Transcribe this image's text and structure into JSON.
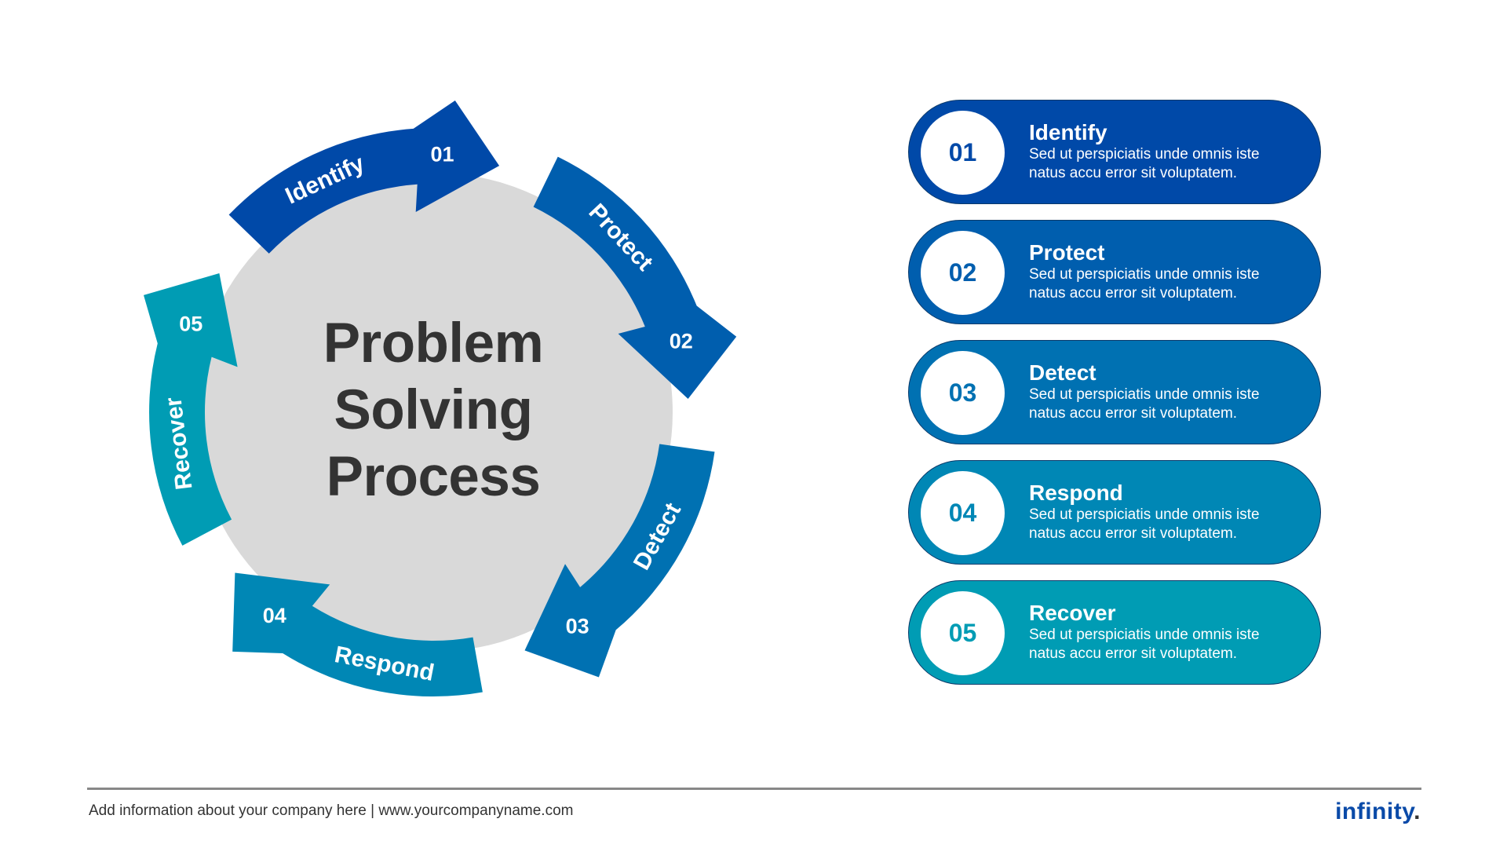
{
  "diagram": {
    "center_title": [
      "Problem",
      "Solving",
      "Process"
    ],
    "circle_color": "#d9d9d9",
    "steps": [
      {
        "number": "01",
        "label": "Identify",
        "color": "#0049a8",
        "description_line1": "Sed ut perspiciatis unde omnis iste",
        "description_line2": "natus accu error sit voluptatem."
      },
      {
        "number": "02",
        "label": "Protect",
        "color": "#005eae",
        "description_line1": "Sed ut perspiciatis unde omnis iste",
        "description_line2": "natus accu error sit voluptatem."
      },
      {
        "number": "03",
        "label": "Detect",
        "color": "#0071b2",
        "description_line1": "Sed ut perspiciatis unde omnis iste",
        "description_line2": "natus accu error sit voluptatem."
      },
      {
        "number": "04",
        "label": "Respond",
        "color": "#0087b5",
        "description_line1": "Sed ut perspiciatis unde omnis iste",
        "description_line2": "natus accu error sit voluptatem."
      },
      {
        "number": "05",
        "label": "Recover",
        "color": "#009cb4",
        "description_line1": "Sed ut perspiciatis unde omnis iste",
        "description_line2": "natus accu error sit voluptatem."
      }
    ]
  },
  "footer": {
    "info_text": "Add information about your company here | www.yourcompanyname.com",
    "logo_text": "infinity",
    "logo_dot": ".",
    "logo_color": "#0a4aa8"
  }
}
